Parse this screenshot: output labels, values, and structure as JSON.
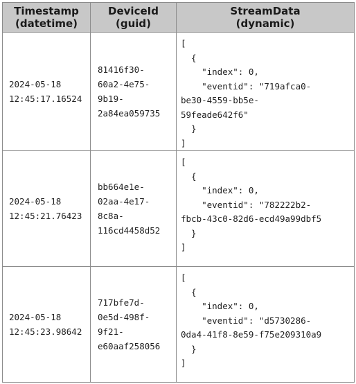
{
  "headers": [
    {
      "line1": "Timestamp",
      "line2": "(datetime)"
    },
    {
      "line1": "DeviceId",
      "line2": "(guid)"
    },
    {
      "line1": "StreamData",
      "line2": "(dynamic)"
    }
  ],
  "rows": [
    {
      "timestamp": [
        "2024-05-18",
        "12:45:17.16524"
      ],
      "device_id": [
        "81416f30-",
        "60a2-4e75-",
        "9b19-",
        "2a84ea059735"
      ],
      "stream_data": [
        "[",
        "  {",
        "    \"index\": 0,",
        "    \"eventid\": \"719afca0-",
        "be30-4559-bb5e-",
        "59feade642f6\"",
        "  }",
        "]"
      ]
    },
    {
      "timestamp": [
        "2024-05-18",
        "12:45:21.76423"
      ],
      "device_id": [
        "bb664e1e-",
        "02aa-4e17-",
        "8c8a-",
        "116cd4458d52"
      ],
      "stream_data": [
        "[",
        "  {",
        "    \"index\": 0,",
        "    \"eventid\": \"782222b2-",
        "fbcb-43c0-82d6-ecd49a99dbf5",
        "  }",
        "]"
      ]
    },
    {
      "timestamp": [
        "2024-05-18",
        "12:45:23.98642"
      ],
      "device_id": [
        "717bfe7d-",
        "0e5d-498f-",
        "9f21-",
        "e60aaf258056"
      ],
      "stream_data": [
        "[",
        "  {",
        "    \"index\": 0,",
        "    \"eventid\": \"d5730286-",
        "0da4-41f8-8e59-f75e209310a9",
        "  }",
        "]"
      ]
    }
  ]
}
